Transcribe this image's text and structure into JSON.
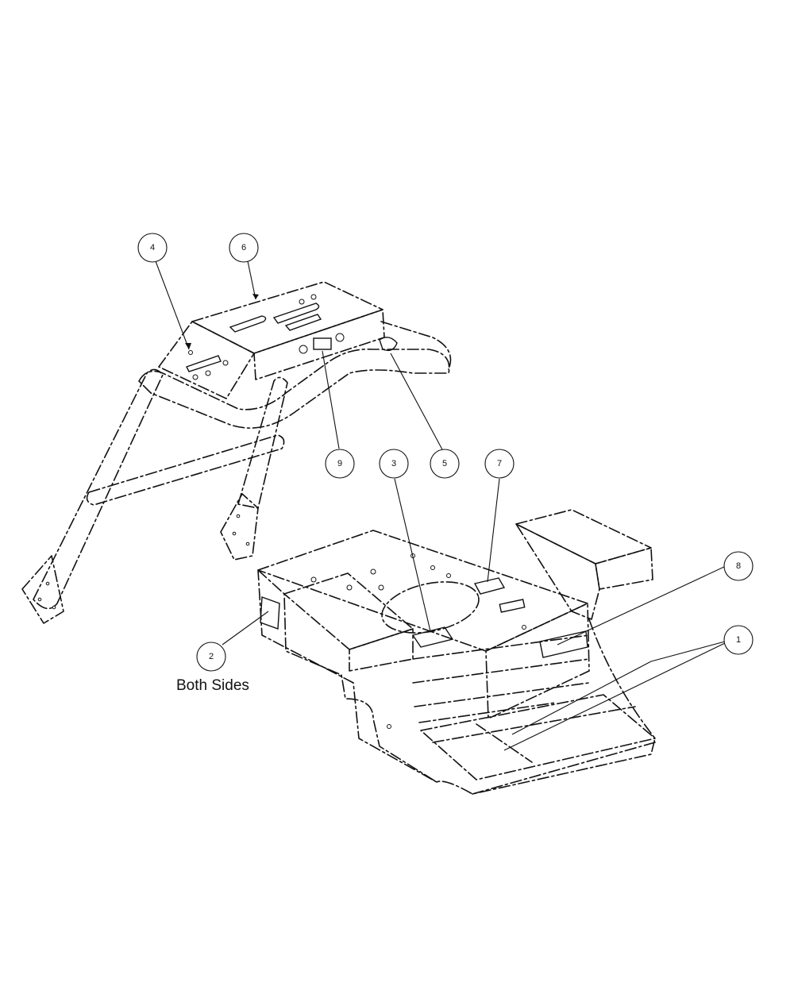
{
  "callouts": [
    {
      "id": "4",
      "label": "4"
    },
    {
      "id": "6",
      "label": "6"
    },
    {
      "id": "9",
      "label": "9"
    },
    {
      "id": "3",
      "label": "3"
    },
    {
      "id": "5",
      "label": "5"
    },
    {
      "id": "7",
      "label": "7"
    },
    {
      "id": "8",
      "label": "8"
    },
    {
      "id": "1",
      "label": "1"
    },
    {
      "id": "2",
      "label": "2"
    }
  ],
  "notes": {
    "both_sides": "Both Sides"
  }
}
